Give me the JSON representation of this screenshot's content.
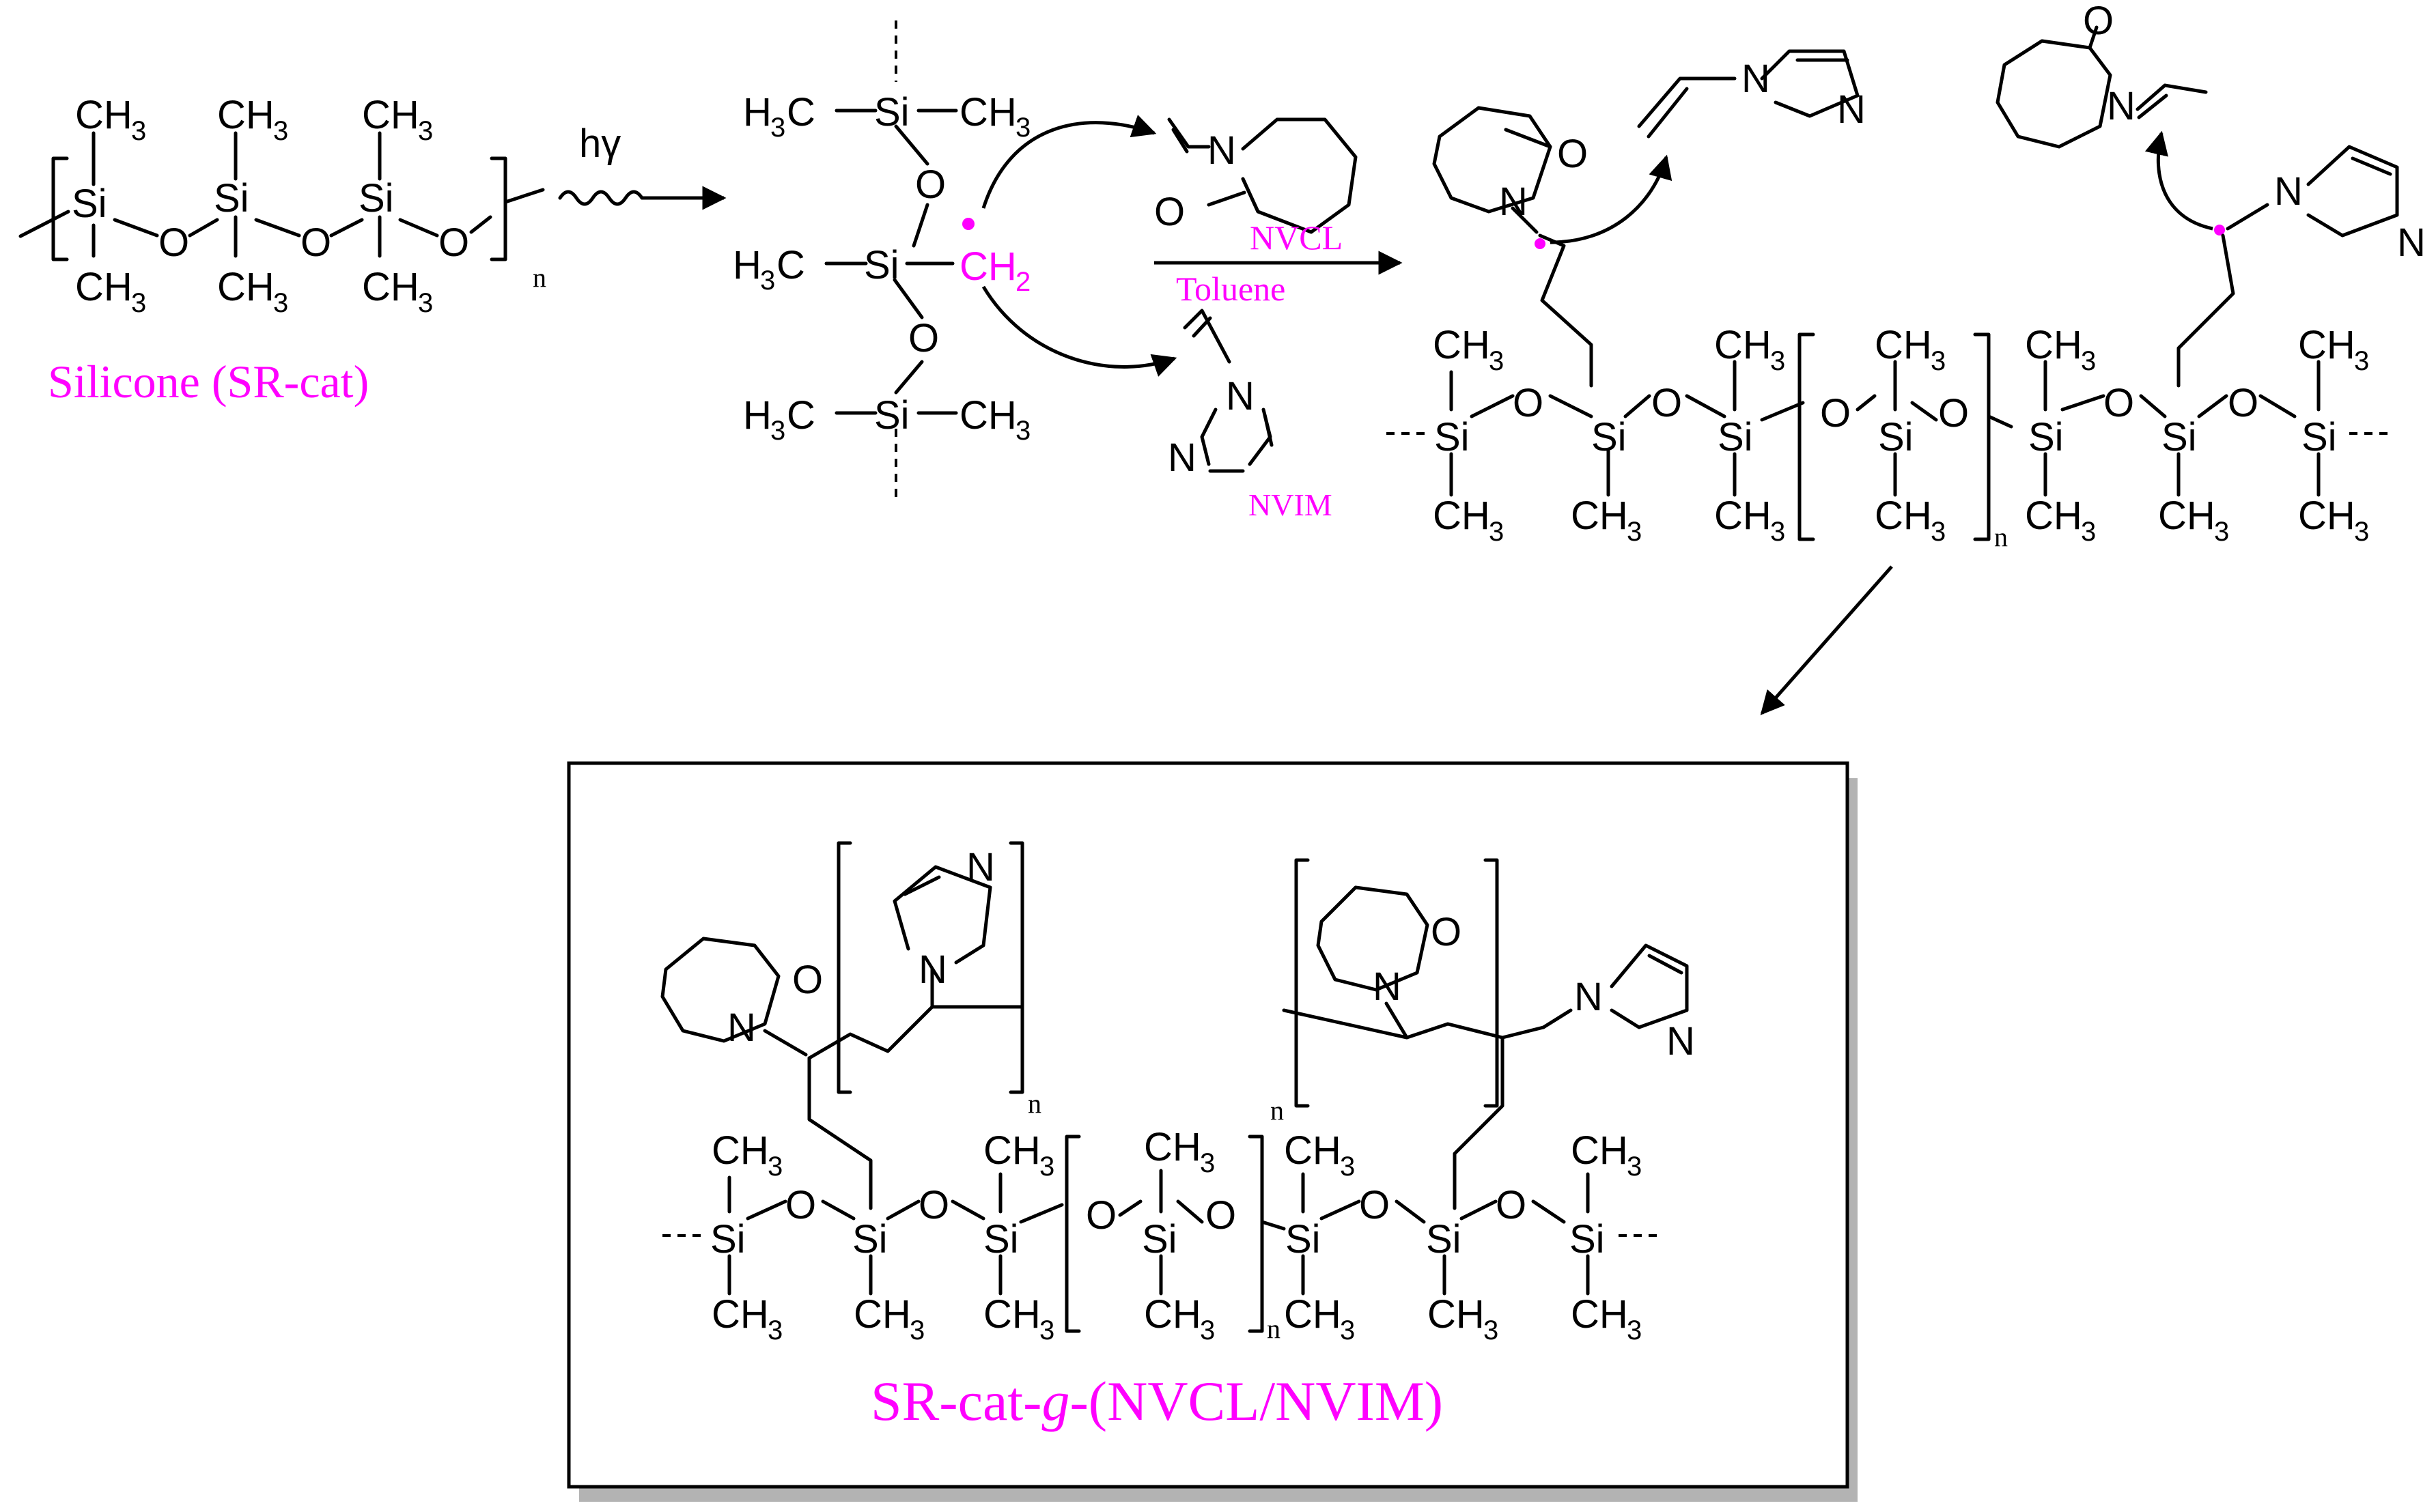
{
  "atoms": {
    "si": "Si",
    "o": "O",
    "n": "N",
    "ch3": "CH",
    "h3c": "H",
    "c": "C",
    "three": "3",
    "two": "2",
    "ch2": "CH",
    "index_n": "n"
  },
  "labels": {
    "light": "hγ",
    "starting_material": "Silicone (SR-cat)",
    "reagent_1": "NVCL",
    "solvent": "Toluene",
    "reagent_2": "NVIM",
    "product_prefix": "SR-cat-",
    "product_italic": "g",
    "product_suffix": "-(NVCL/NVIM)"
  },
  "colors": {
    "highlight": "#ff00ff",
    "ink": "#000000",
    "shadow": "#b3b3b3"
  }
}
